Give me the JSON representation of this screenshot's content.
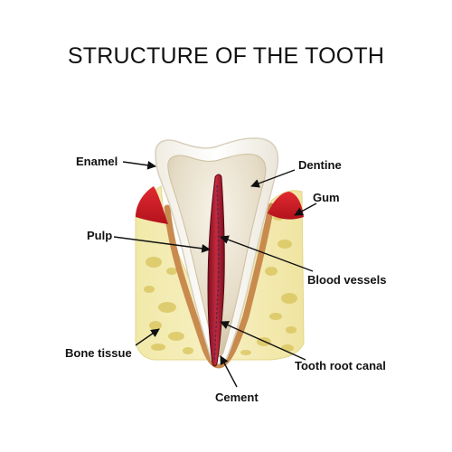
{
  "title": "STRUCTURE OF THE TOOTH",
  "labels": {
    "enamel": "Enamel",
    "dentine": "Dentine",
    "gum": "Gum",
    "pulp": "Pulp",
    "blood_vessels": "Blood vessels",
    "bone_tissue": "Bone tissue",
    "tooth_root_canal": "Tooth root canal",
    "cement": "Cement"
  },
  "side_code": "140958404",
  "colors": {
    "enamel": "#f4f1e8",
    "dentine": "#e8dfcc",
    "pulp": "#a51b2c",
    "gum": "#d81e2a",
    "bone": "#efe7a6",
    "cement": "#c98a4e"
  }
}
